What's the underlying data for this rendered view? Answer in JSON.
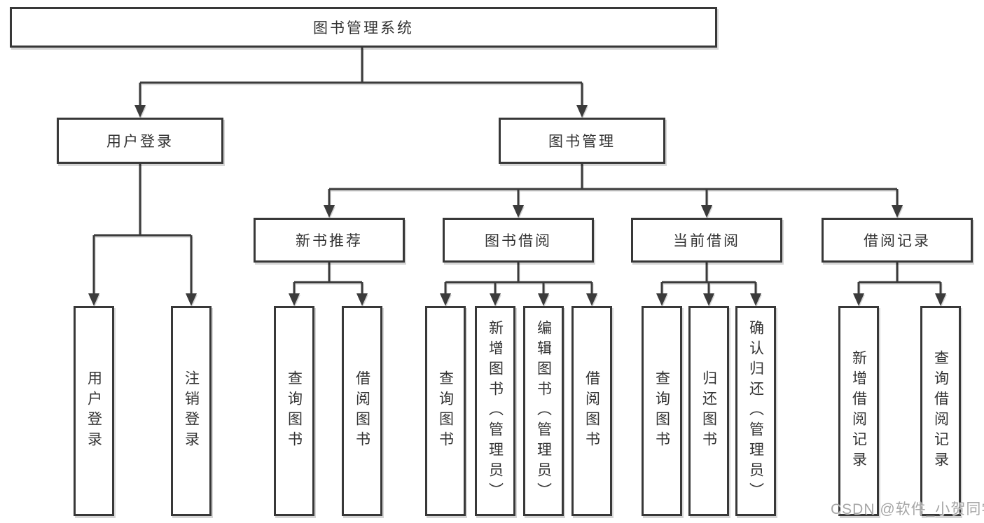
{
  "diagram": {
    "title": "图书管理系统",
    "type": "hierarchy-tree",
    "colors": {
      "line": "#3b3b3b",
      "box_border": "#383838",
      "text": "#333333",
      "background": "#ffffff",
      "watermark": "#a6a6a6"
    },
    "tree": {
      "label": "图书管理系统",
      "children": [
        {
          "label": "用户登录",
          "children": [
            {
              "label": "用户登录"
            },
            {
              "label": "注销登录"
            }
          ]
        },
        {
          "label": "图书管理",
          "children": [
            {
              "label": "新书推荐",
              "children": [
                {
                  "label": "查询图书"
                },
                {
                  "label": "借阅图书"
                }
              ]
            },
            {
              "label": "图书借阅",
              "children": [
                {
                  "label": "查询图书"
                },
                {
                  "label": "新增图书（管理员）"
                },
                {
                  "label": "编辑图书（管理员）"
                },
                {
                  "label": "借阅图书"
                }
              ]
            },
            {
              "label": "当前借阅",
              "children": [
                {
                  "label": "查询图书"
                },
                {
                  "label": "归还图书"
                },
                {
                  "label": "确认归还（管理员）"
                }
              ]
            },
            {
              "label": "借阅记录",
              "children": [
                {
                  "label": "新增借阅记录"
                },
                {
                  "label": "查询借阅记录"
                }
              ]
            }
          ]
        }
      ]
    }
  },
  "watermark": {
    "text": "CSDN @软件_小贺同学"
  }
}
